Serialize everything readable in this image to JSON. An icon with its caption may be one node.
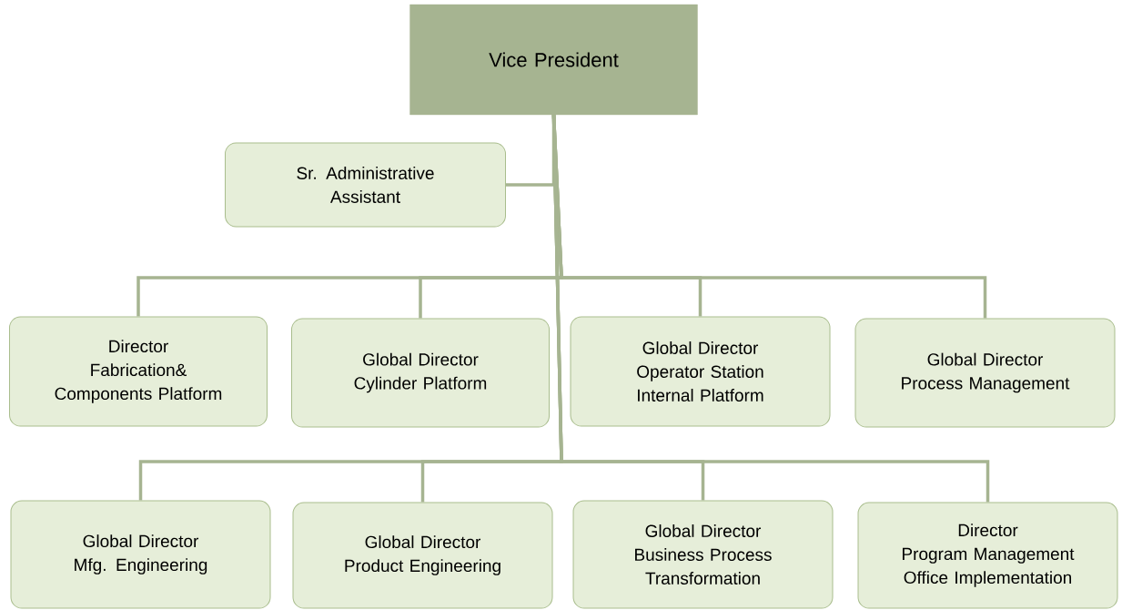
{
  "diagram": {
    "nodes": [
      {
        "text": [
          "Vice President"
        ]
      },
      {
        "text": [
          "Sr. Administrative Assistant"
        ]
      },
      {
        "text": [
          "Director",
          "Fabrication& Components Platform"
        ]
      },
      {
        "text": [
          "Global Director",
          "Cylinder Platform"
        ]
      },
      {
        "text": [
          "Global Director",
          "Operator Station Internal Platform"
        ]
      },
      {
        "text": [
          "Global Director",
          "Process Management"
        ]
      },
      {
        "text": [
          "Global Director",
          "Mfg. Engineering"
        ]
      },
      {
        "text": [
          "Global Director",
          "Product Engineering"
        ]
      },
      {
        "text": [
          "Global Director",
          "Business Process Transformation"
        ]
      },
      {
        "text": [
          "Director",
          "Program Management Office Implementation"
        ]
      }
    ],
    "edges": [
      {
        "from": 0,
        "to": 1,
        "arrow": "none"
      },
      {
        "from": 0,
        "to": 2,
        "arrow": "none"
      },
      {
        "from": 0,
        "to": 3,
        "arrow": "none"
      },
      {
        "from": 0,
        "to": 4,
        "arrow": "none"
      },
      {
        "from": 0,
        "to": 5,
        "arrow": "none"
      },
      {
        "from": 0,
        "to": 6,
        "arrow": "none"
      },
      {
        "from": 0,
        "to": 7,
        "arrow": "none"
      },
      {
        "from": 0,
        "to": 8,
        "arrow": "none"
      },
      {
        "from": 0,
        "to": 9,
        "arrow": "none"
      }
    ]
  }
}
